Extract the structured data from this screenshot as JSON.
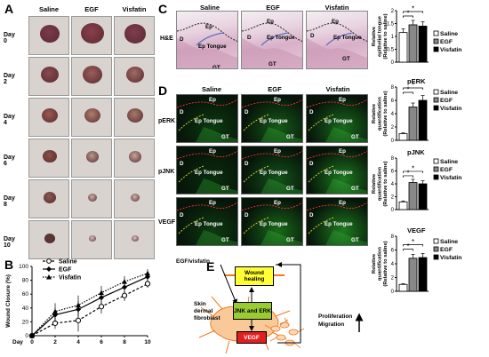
{
  "panel_labels": {
    "a": "A",
    "b": "B",
    "c": "C",
    "d": "D",
    "e": "E"
  },
  "panel_a": {
    "columns": [
      "Saline",
      "EGF",
      "Visfatin"
    ],
    "rows": [
      "Day 0",
      "Day 2",
      "Day 4",
      "Day 6",
      "Day 8",
      "Day 10"
    ]
  },
  "panel_c": {
    "row_label": "H&E",
    "columns": [
      "Saline",
      "EGF",
      "Visfatin"
    ],
    "tissue_labels": {
      "ep": "Ep",
      "d": "D",
      "ep_tongue": "Ep Tongue",
      "gt": "GT"
    }
  },
  "panel_d": {
    "columns": [
      "Saline",
      "EGF",
      "Visfatin"
    ],
    "rows": [
      "pERK",
      "pJNK",
      "VEGF"
    ],
    "tissue_labels": {
      "ep": "Ep",
      "d": "D",
      "ep_tongue": "Ep Tongue",
      "gt": "GT"
    }
  },
  "panel_e": {
    "egf_visfatin": "EGF/visfatin",
    "wound_healing": "Wound healing",
    "jnk_erk": "JNK and ERK",
    "vegf": "VEGF",
    "skin": "Skin",
    "dermal": "dermal",
    "fibroblast": "fibroblast",
    "proliferation": "Proliferation",
    "migration": "Migration"
  },
  "chart_data": [
    {
      "panel": "B",
      "type": "line",
      "ylabel": "Wound Closure (%)",
      "xlabel": "Day",
      "x": [
        0,
        2,
        4,
        6,
        8,
        10
      ],
      "ylim": [
        0,
        100
      ],
      "yticks": [
        0,
        20,
        40,
        60,
        80,
        100
      ],
      "series": [
        {
          "name": "Saline",
          "values": [
            0,
            18,
            22,
            42,
            58,
            75
          ],
          "marker": "open-circle",
          "dash": "dash"
        },
        {
          "name": "EGF",
          "values": [
            0,
            30,
            38,
            55,
            70,
            85
          ],
          "marker": "filled-diamond",
          "dash": "solid"
        },
        {
          "name": "Visfatin",
          "values": [
            0,
            35,
            44,
            62,
            78,
            90
          ],
          "marker": "filled-triangle",
          "dash": "dot"
        }
      ]
    },
    {
      "panel": "C",
      "type": "bar",
      "ylabel": "Relative epithelial tongue (Relative to saline)",
      "categories": [
        "Saline",
        "EGF",
        "Visfatin"
      ],
      "values": [
        1.15,
        1.45,
        1.4
      ],
      "ylim": [
        0,
        2
      ],
      "yticks": [
        "0",
        "0.5",
        "1",
        "1.5",
        "2"
      ],
      "significance": "*",
      "legend": [
        "Saline",
        "EGF",
        "Visfatin"
      ]
    },
    {
      "panel": "D-pERK",
      "type": "bar",
      "title": "pERK",
      "ylabel": "Relative quantification (Relative to saline)",
      "categories": [
        "Saline",
        "EGF",
        "Visfatin"
      ],
      "values": [
        1,
        5,
        6
      ],
      "ylim": [
        0,
        8
      ],
      "yticks": [
        "0",
        "2",
        "4",
        "6",
        "8"
      ],
      "significance": "*",
      "legend": [
        "Saline",
        "EGF",
        "Visfatin"
      ]
    },
    {
      "panel": "D-pJNK",
      "type": "bar",
      "title": "pJNK",
      "ylabel": "Relative quantification (Relative to saline)",
      "categories": [
        "Saline",
        "EGF",
        "Visfatin"
      ],
      "values": [
        1.2,
        4.2,
        4
      ],
      "ylim": [
        0,
        8
      ],
      "yticks": [
        "0",
        "2",
        "4",
        "6",
        "8"
      ],
      "significance": "*",
      "legend": [
        "Saline",
        "EGF",
        "Visfatin"
      ]
    },
    {
      "panel": "D-VEGF",
      "type": "bar",
      "title": "VEGF",
      "ylabel": "Relative quantification (Relative to saline)",
      "categories": [
        "Saline",
        "EGF",
        "Visfatin"
      ],
      "values": [
        1,
        4.8,
        4.9
      ],
      "ylim": [
        0,
        8
      ],
      "yticks": [
        "0",
        "2",
        "4",
        "6",
        "8"
      ],
      "significance": "*",
      "legend": [
        "Saline",
        "EGF",
        "Visfatin"
      ]
    }
  ]
}
